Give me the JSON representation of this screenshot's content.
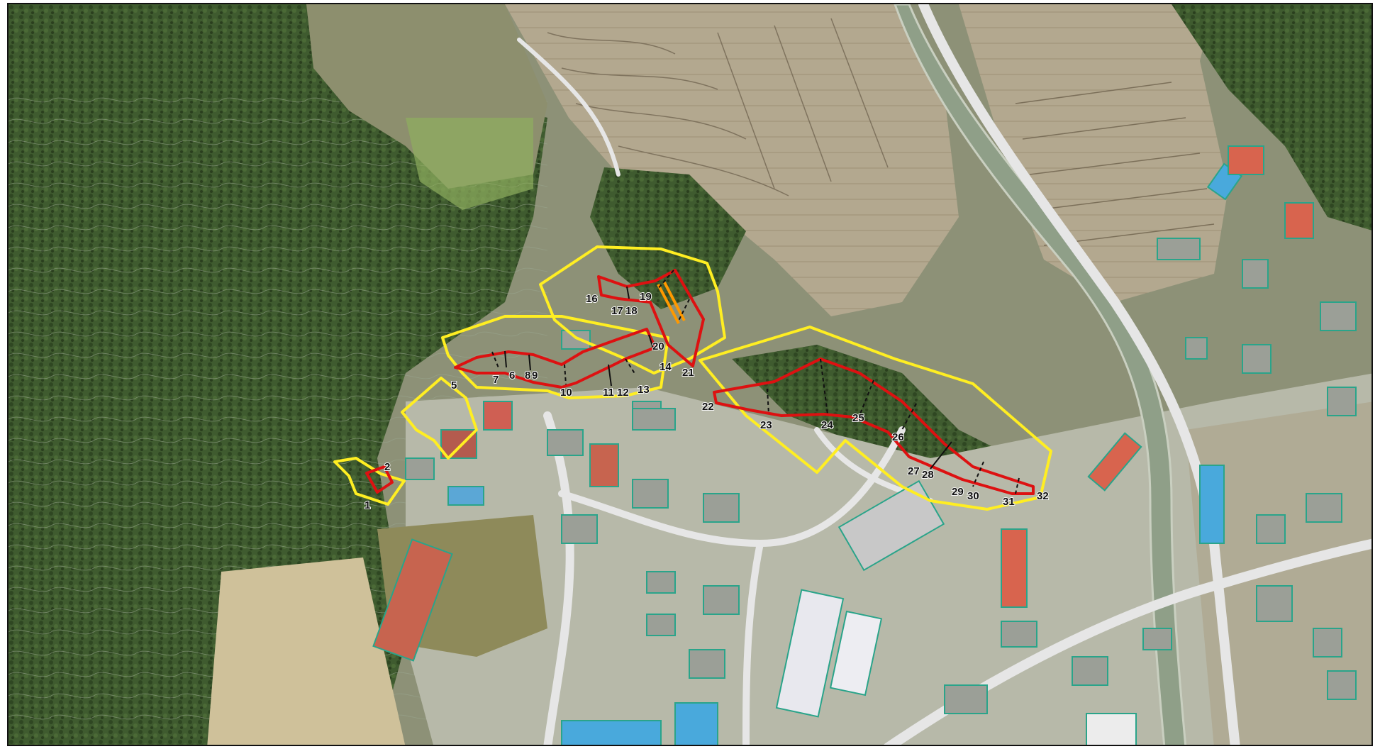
{
  "map": {
    "kind": "aerial-photo",
    "colors": {
      "forest": "#3e5a2e",
      "forest_light": "#5e7a45",
      "paddy": "#b6a98e",
      "paddy_dark": "#8b7c62",
      "urban": "#cfcfcf",
      "river": "#8fa28e",
      "road": "#e2e2e2",
      "survey_outline": "#ffee22",
      "section_outline": "#dd1111",
      "section_divider": "#111111",
      "highlight": "#ff9900",
      "building_outline": "#2aa48a"
    },
    "section_labels": [
      "1",
      "2",
      "5",
      "7",
      "6",
      "8",
      "9",
      "10",
      "11",
      "12",
      "13",
      "14",
      "16",
      "17",
      "18",
      "19",
      "20",
      "21",
      "22",
      "23",
      "24",
      "25",
      "26",
      "27",
      "28",
      "29",
      "30",
      "31",
      "32"
    ]
  }
}
